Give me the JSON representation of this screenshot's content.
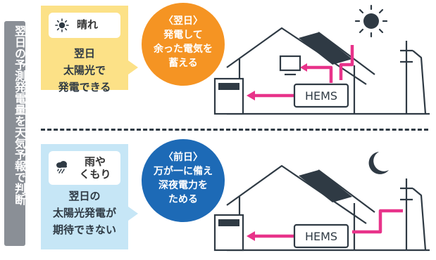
{
  "side_label": "翌日の予測発電量を天気予報で判断",
  "top": {
    "weather_icon": "sun-icon",
    "weather": "晴れ",
    "condition": [
      "翌日",
      "太陽光で",
      "発電できる"
    ],
    "bubble": [
      "〈翌日〉",
      "発電して",
      "余った電気を",
      "蓄える"
    ],
    "hems": "HEMS",
    "colors": {
      "panel": "#fce187",
      "bubble": "#f59423",
      "arrow": "#e8338a"
    }
  },
  "bottom": {
    "weather_icon": "rain-cloud-icon",
    "weather": "雨や\nくもり",
    "weather_lines": [
      "雨や",
      "くもり"
    ],
    "condition": [
      "翌日の",
      "太陽光発電が",
      "期待できない"
    ],
    "bubble": [
      "〈前日〉",
      "万が一に備え",
      "深夜電力を",
      "ためる"
    ],
    "hems": "HEMS",
    "colors": {
      "panel": "#c6e6f6",
      "bubble": "#1d6ab6",
      "arrow": "#e8338a"
    }
  }
}
